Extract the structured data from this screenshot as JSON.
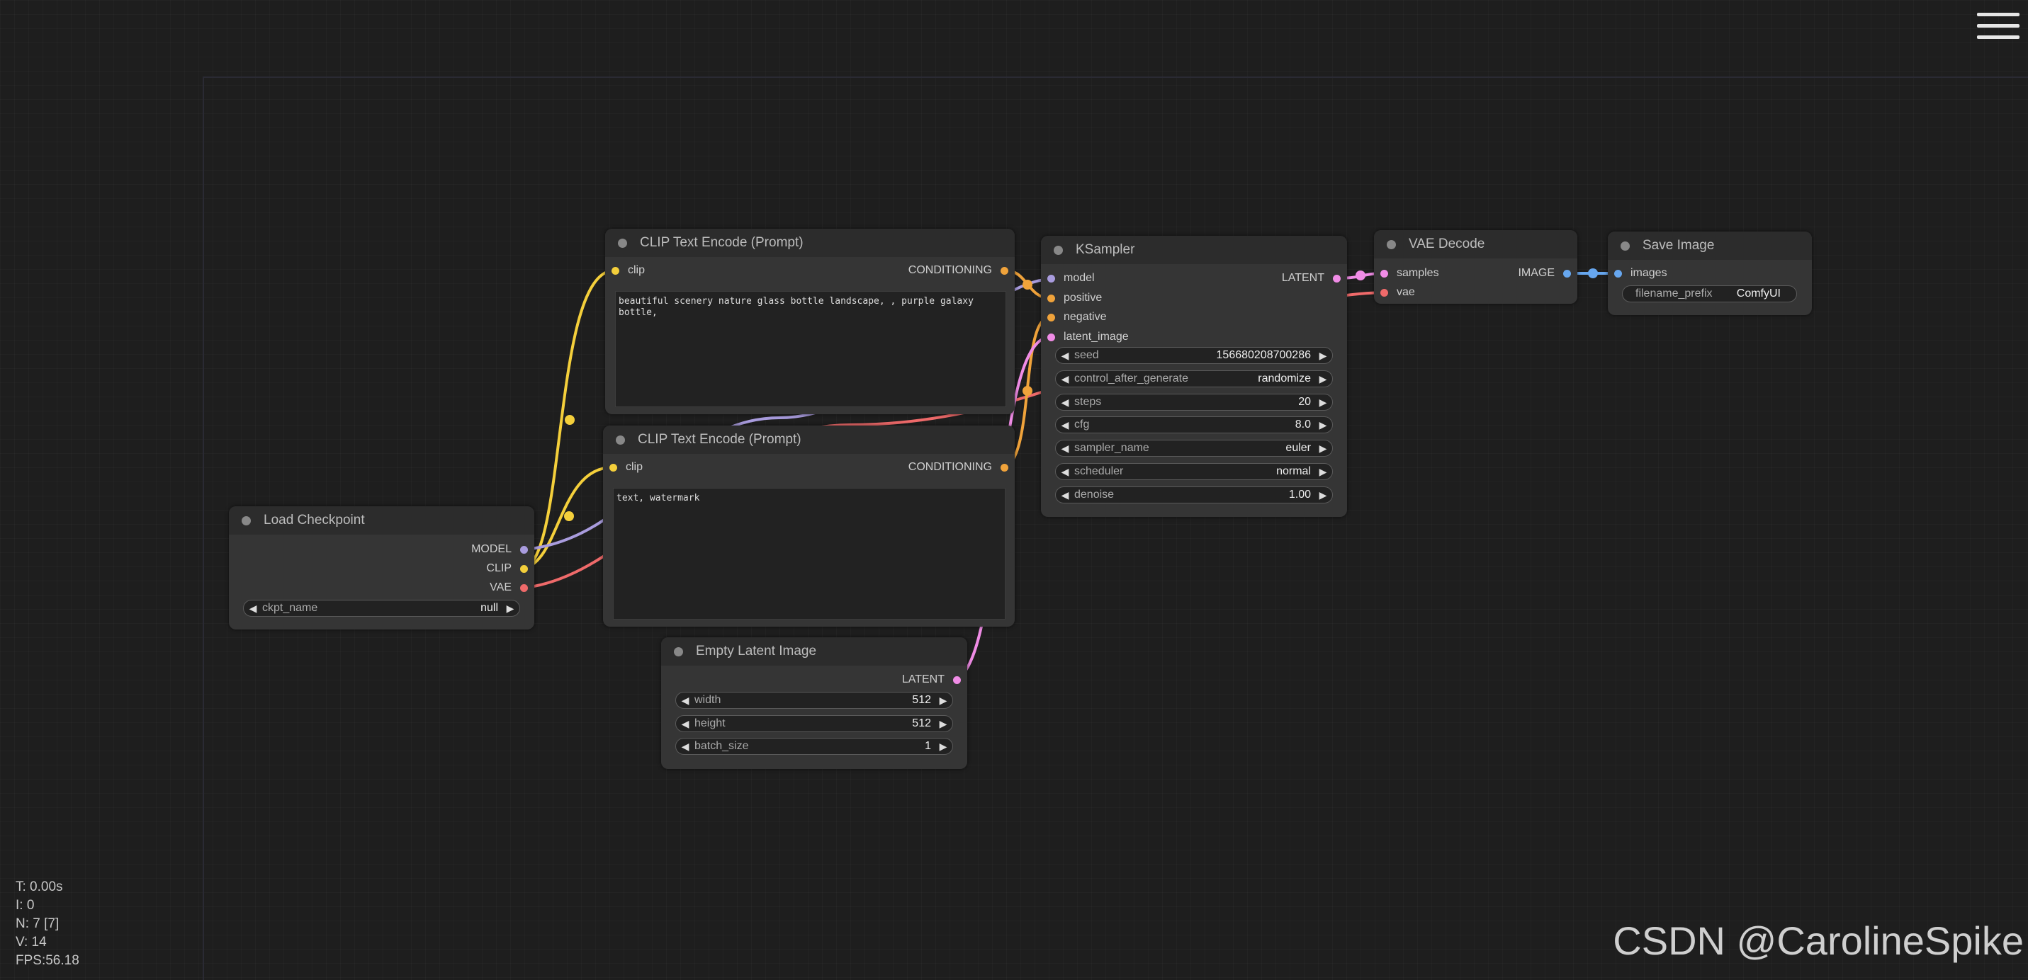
{
  "colors": {
    "model": "#a99cde",
    "clip": "#f4cf3b",
    "vae": "#ef6a6a",
    "conditioning": "#f0a33b",
    "latent": "#f08ce6",
    "image": "#67a7ef"
  },
  "nodes": {
    "clip_pos": {
      "title": "CLIP Text Encode (Prompt)",
      "input_clip": "clip",
      "output": "CONDITIONING",
      "text": "beautiful scenery nature glass bottle landscape, , purple galaxy bottle,"
    },
    "clip_neg": {
      "title": "CLIP Text Encode (Prompt)",
      "input_clip": "clip",
      "output": "CONDITIONING",
      "text": "text, watermark"
    },
    "ksampler": {
      "title": "KSampler",
      "inputs": [
        "model",
        "positive",
        "negative",
        "latent_image"
      ],
      "output": "LATENT",
      "widgets": [
        {
          "label": "seed",
          "value": "156680208700286"
        },
        {
          "label": "control_after_generate",
          "value": "randomize"
        },
        {
          "label": "steps",
          "value": "20"
        },
        {
          "label": "cfg",
          "value": "8.0"
        },
        {
          "label": "sampler_name",
          "value": "euler"
        },
        {
          "label": "scheduler",
          "value": "normal"
        },
        {
          "label": "denoise",
          "value": "1.00"
        }
      ]
    },
    "vae_decode": {
      "title": "VAE Decode",
      "inputs": [
        "samples",
        "vae"
      ],
      "output": "IMAGE"
    },
    "save_image": {
      "title": "Save Image",
      "input": "images",
      "widget": {
        "label": "filename_prefix",
        "value": "ComfyUI"
      }
    },
    "load_checkpoint": {
      "title": "Load Checkpoint",
      "outputs": [
        "MODEL",
        "CLIP",
        "VAE"
      ],
      "widget": {
        "label": "ckpt_name",
        "value": "null"
      }
    },
    "empty_latent": {
      "title": "Empty Latent Image",
      "output": "LATENT",
      "widgets": [
        {
          "label": "width",
          "value": "512"
        },
        {
          "label": "height",
          "value": "512"
        },
        {
          "label": "batch_size",
          "value": "1"
        }
      ]
    }
  },
  "stats": {
    "t": "T: 0.00s",
    "i": "I: 0",
    "n": "N: 7 [7]",
    "v": "V: 14",
    "fps": "FPS:56.18"
  },
  "watermark": "CSDN @CarolineSpike"
}
